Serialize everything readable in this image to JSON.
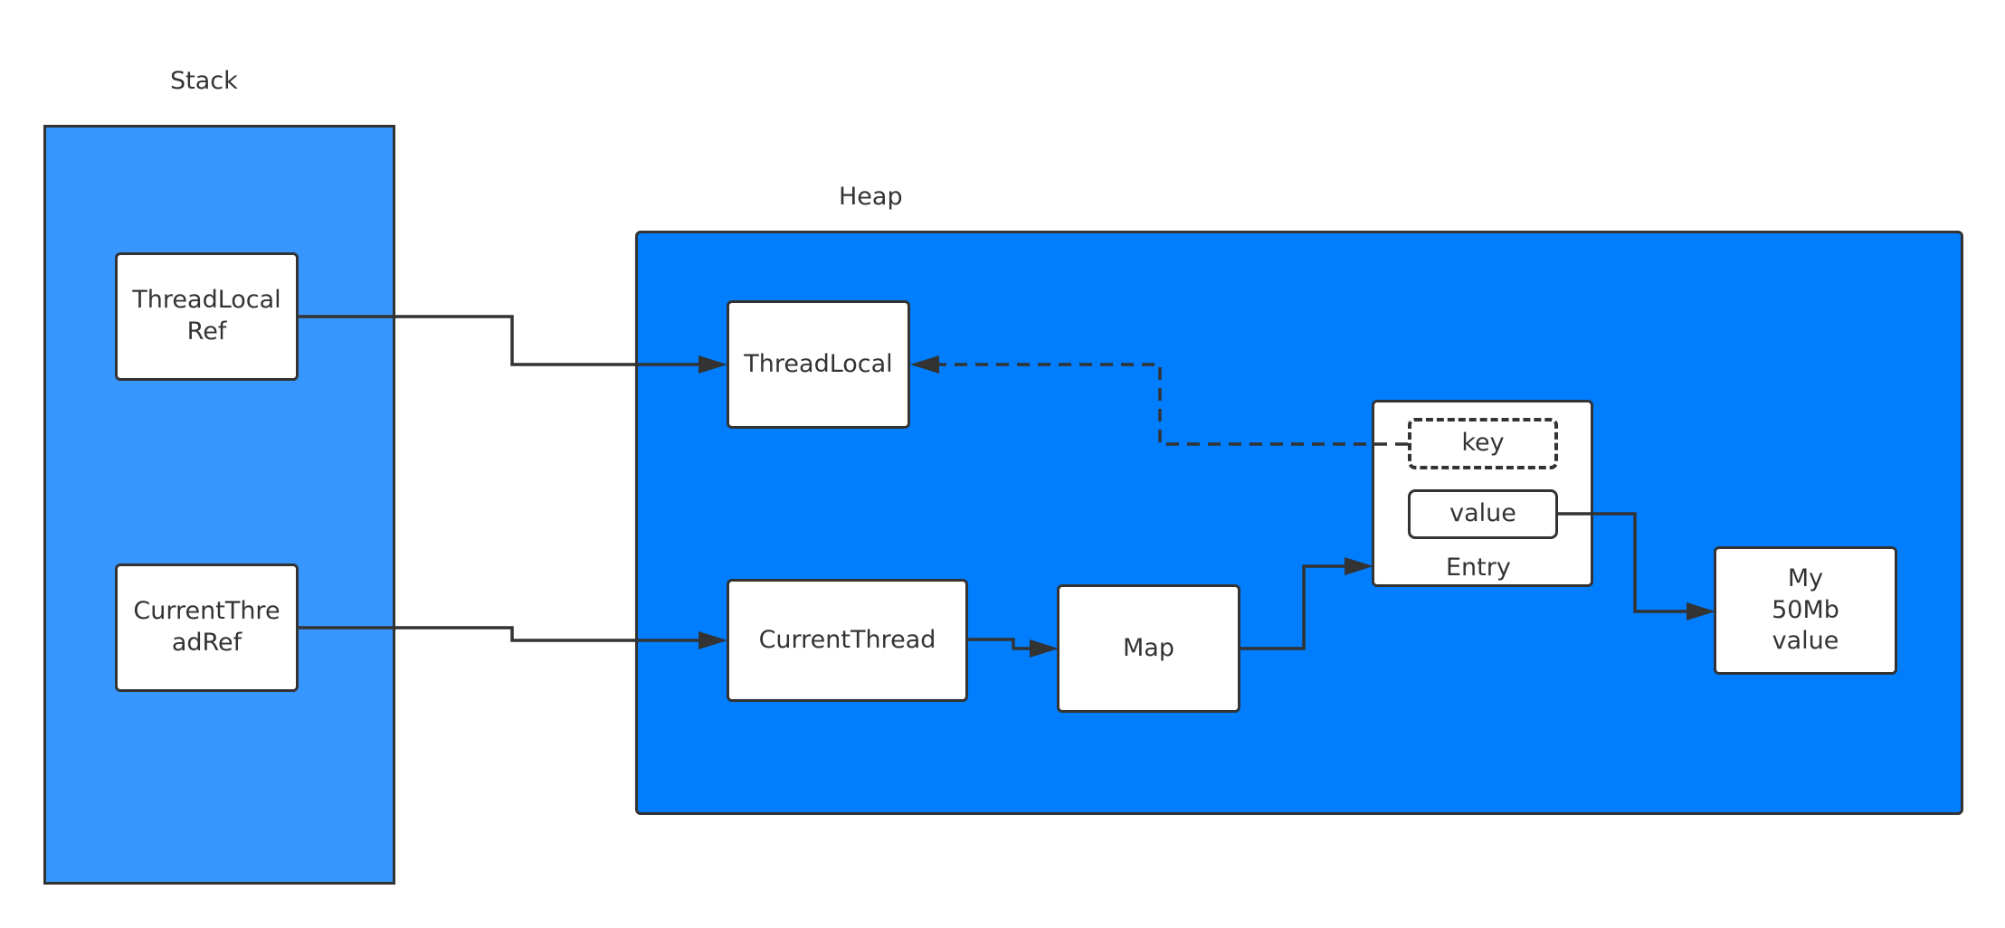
{
  "colors": {
    "stack_fill": "#3797fe",
    "heap_fill": "#007efe",
    "node_fill": "#ffffff",
    "line": "#333333"
  },
  "stack": {
    "label": "Stack",
    "items": {
      "threadlocal_ref": [
        "ThreadLocal",
        "Ref"
      ],
      "currentthread_ref": [
        "CurrentThre",
        "adRef"
      ]
    }
  },
  "heap": {
    "label": "Heap",
    "threadlocal": "ThreadLocal",
    "currentthread": "CurrentThread",
    "map": "Map",
    "entry": {
      "caption": "Entry",
      "key": "key",
      "value": "value"
    },
    "big_value": [
      "My",
      "50Mb",
      "value"
    ]
  },
  "edges": [
    {
      "from": "ThreadLocal Ref",
      "to": "ThreadLocal",
      "style": "solid"
    },
    {
      "from": "CurrentThreadRef",
      "to": "CurrentThread",
      "style": "solid"
    },
    {
      "from": "CurrentThread",
      "to": "Map",
      "style": "solid"
    },
    {
      "from": "Map",
      "to": "Entry",
      "style": "solid"
    },
    {
      "from": "key",
      "to": "ThreadLocal",
      "style": "dashed"
    },
    {
      "from": "value",
      "to": "My 50Mb value",
      "style": "solid"
    }
  ]
}
